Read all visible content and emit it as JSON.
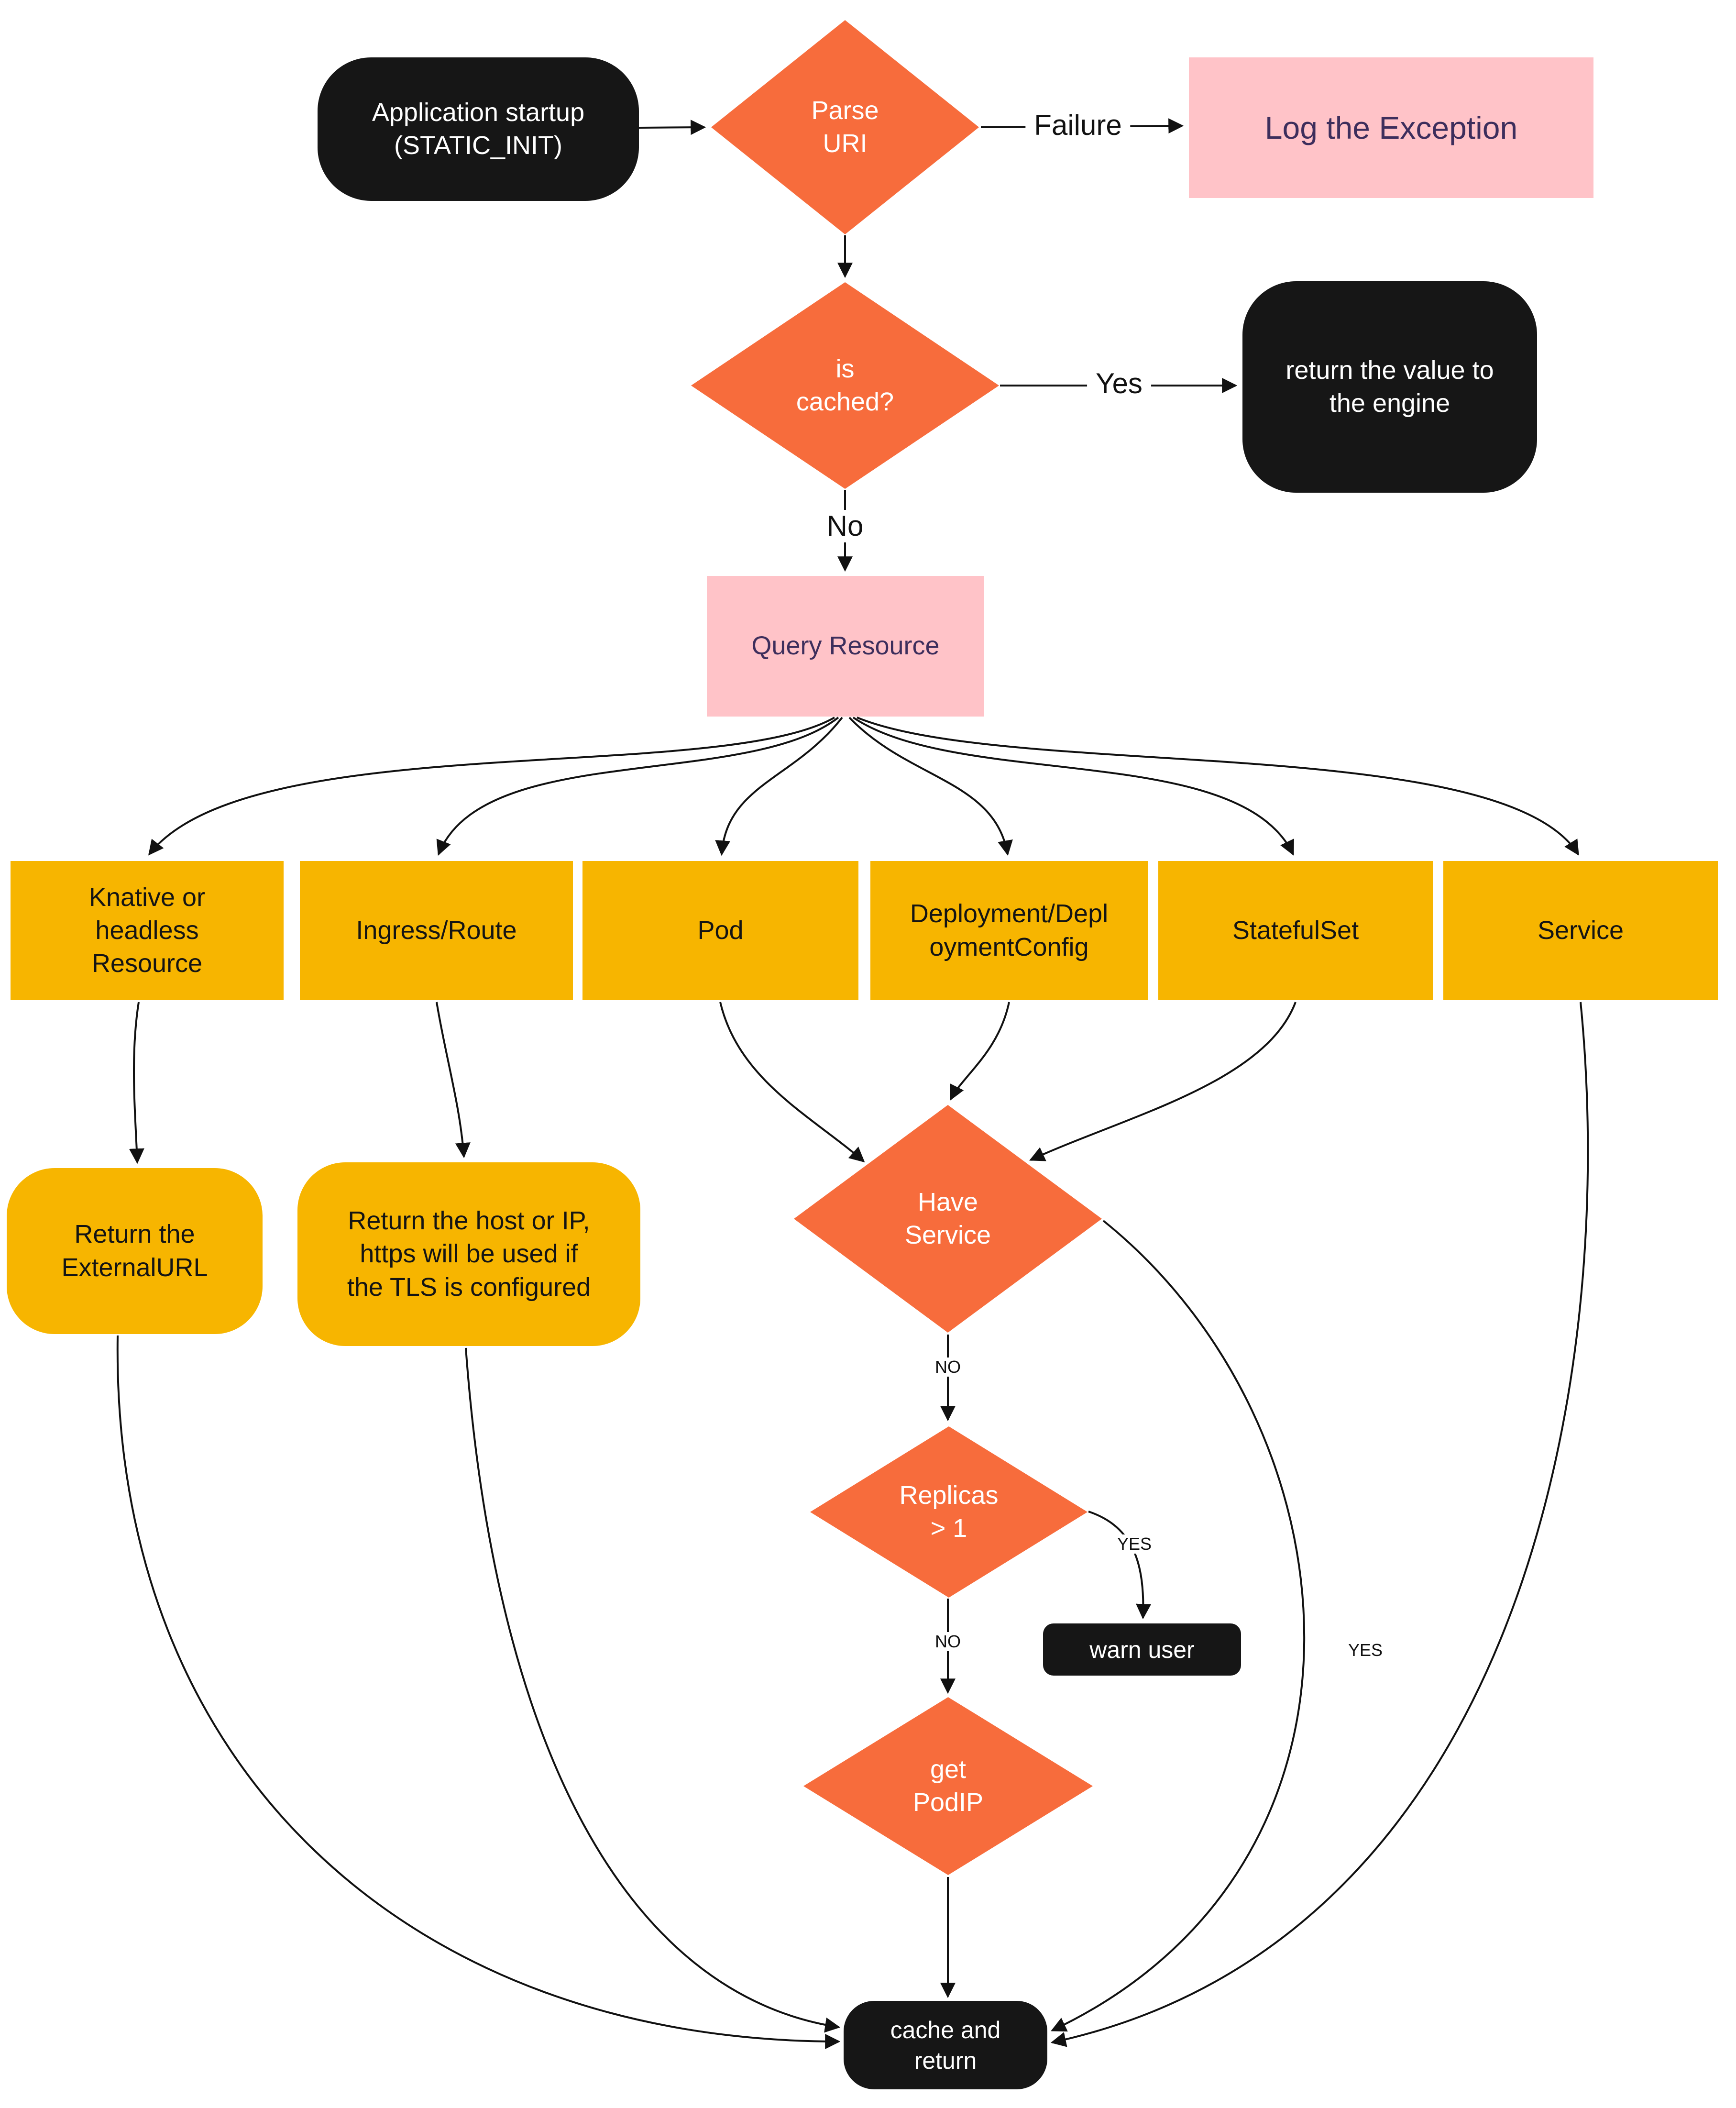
{
  "diagram": {
    "colors": {
      "diamond_orange": "#F76C3C",
      "black_node": "#161616",
      "pink_node": "#FFC3C8",
      "pink_text": "#3D2E5C",
      "yellow_node": "#F7B500",
      "arrow": "#111111",
      "background": "#ffffff"
    },
    "nodes": {
      "app_startup": {
        "label": "Application startup\n(STATIC_INIT)",
        "type": "black-rounded"
      },
      "parse_uri": {
        "label": "Parse\nURI",
        "type": "diamond"
      },
      "log_exception": {
        "label": "Log the Exception",
        "type": "pink"
      },
      "is_cached": {
        "label": "is\ncached?",
        "type": "diamond"
      },
      "return_value": {
        "label": "return the value to\nthe engine",
        "type": "black-rounded"
      },
      "query_resource": {
        "label": "Query Resource",
        "type": "pink"
      },
      "knative": {
        "label": "Knative or\nheadless\nResource",
        "type": "yellow"
      },
      "ingress": {
        "label": "Ingress/Route",
        "type": "yellow"
      },
      "pod": {
        "label": "Pod",
        "type": "yellow"
      },
      "deployment": {
        "label": "Deployment/Depl\noymentConfig",
        "type": "yellow"
      },
      "statefulset": {
        "label": "StatefulSet",
        "type": "yellow"
      },
      "service": {
        "label": "Service",
        "type": "yellow"
      },
      "return_externalurl": {
        "label": "Return the\nExternalURL",
        "type": "yellow-rounded"
      },
      "return_host": {
        "label": "Return the host or IP,\nhttps will be used if\nthe TLS is configured",
        "type": "yellow-rounded"
      },
      "have_service": {
        "label": "Have\nService",
        "type": "diamond"
      },
      "replicas": {
        "label": "Replicas\n> 1",
        "type": "diamond"
      },
      "warn_user": {
        "label": "warn user",
        "type": "black"
      },
      "get_podip": {
        "label": "get\nPodIP",
        "type": "diamond"
      },
      "cache_return": {
        "label": "cache and\nreturn",
        "type": "black-rounded"
      }
    },
    "edges": [
      {
        "from": "app_startup",
        "to": "parse_uri",
        "label": ""
      },
      {
        "from": "parse_uri",
        "to": "log_exception",
        "label": "Failure"
      },
      {
        "from": "parse_uri",
        "to": "is_cached",
        "label": ""
      },
      {
        "from": "is_cached",
        "to": "return_value",
        "label": "Yes"
      },
      {
        "from": "is_cached",
        "to": "query_resource",
        "label": "No"
      },
      {
        "from": "query_resource",
        "to": "knative",
        "label": ""
      },
      {
        "from": "query_resource",
        "to": "ingress",
        "label": ""
      },
      {
        "from": "query_resource",
        "to": "pod",
        "label": ""
      },
      {
        "from": "query_resource",
        "to": "deployment",
        "label": ""
      },
      {
        "from": "query_resource",
        "to": "statefulset",
        "label": ""
      },
      {
        "from": "query_resource",
        "to": "service",
        "label": ""
      },
      {
        "from": "knative",
        "to": "return_externalurl",
        "label": ""
      },
      {
        "from": "ingress",
        "to": "return_host",
        "label": ""
      },
      {
        "from": "pod",
        "to": "have_service",
        "label": ""
      },
      {
        "from": "deployment",
        "to": "have_service",
        "label": ""
      },
      {
        "from": "statefulset",
        "to": "have_service",
        "label": ""
      },
      {
        "from": "service",
        "to": "cache_return",
        "label": ""
      },
      {
        "from": "have_service",
        "to": "replicas",
        "label": "NO"
      },
      {
        "from": "have_service",
        "to": "cache_return",
        "label": "YES"
      },
      {
        "from": "replicas",
        "to": "warn_user",
        "label": "YES"
      },
      {
        "from": "replicas",
        "to": "get_podip",
        "label": "NO"
      },
      {
        "from": "get_podip",
        "to": "cache_return",
        "label": ""
      },
      {
        "from": "return_externalurl",
        "to": "cache_return",
        "label": ""
      },
      {
        "from": "return_host",
        "to": "cache_return",
        "label": ""
      }
    ]
  }
}
